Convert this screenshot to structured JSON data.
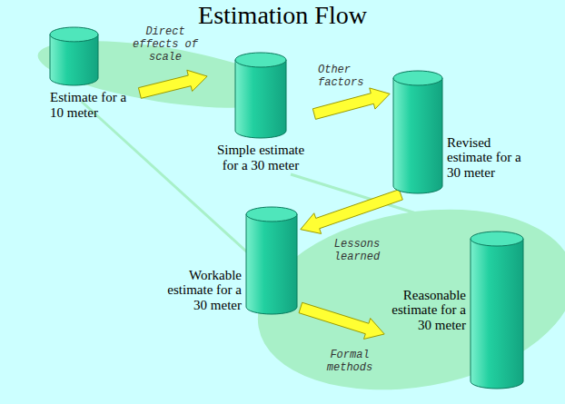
{
  "diagram": {
    "title": "Estimation Flow",
    "nodes": [
      {
        "text": [
          "Estimate for a 10 meter"
        ]
      },
      {
        "text": [
          "Simple estimate for a 30 meter"
        ]
      },
      {
        "text": [
          "Revised estimate for a 30 meter"
        ]
      },
      {
        "text": [
          "Workable estimate for a 30 meter"
        ]
      },
      {
        "text": [
          "Reasonable estimate for a 30 meter"
        ]
      }
    ],
    "edges": [
      {
        "from": 0,
        "to": 1,
        "arrow": "to",
        "label": "Direct effects of scale"
      },
      {
        "from": 1,
        "to": 2,
        "arrow": "to",
        "label": "Other factors"
      },
      {
        "from": 2,
        "to": 3,
        "arrow": "to",
        "label": "Lessons learned"
      },
      {
        "from": 3,
        "to": 4,
        "arrow": "to",
        "label": "Formal methods"
      }
    ]
  }
}
